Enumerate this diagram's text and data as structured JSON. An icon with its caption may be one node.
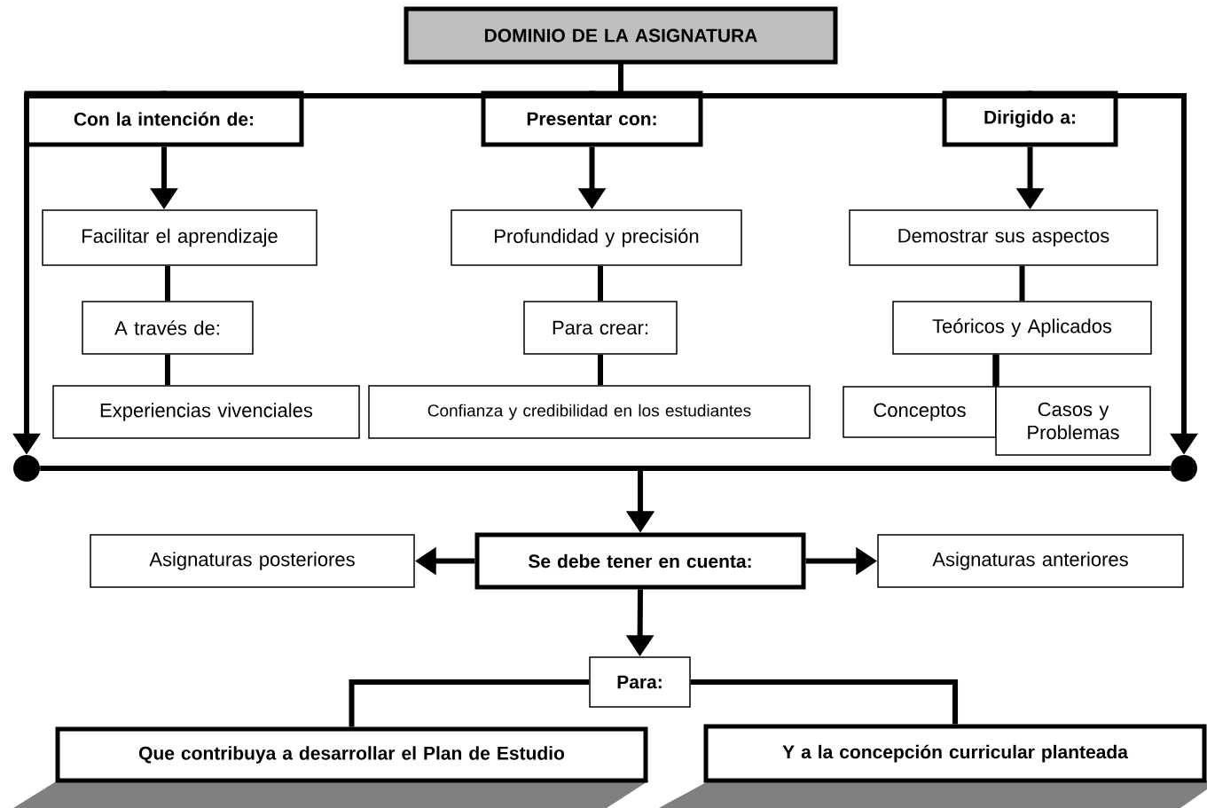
{
  "diagram": {
    "nodes": [
      {
        "text": [
          "DOMINIO DE LA ASIGNATURA"
        ]
      },
      {
        "text": [
          "Con la intención de:"
        ]
      },
      {
        "text": [
          "Presentar con:"
        ]
      },
      {
        "text": [
          "Dirigido a:"
        ]
      },
      {
        "text": [
          "Facilitar el aprendizaje"
        ]
      },
      {
        "text": [
          "A través de:"
        ]
      },
      {
        "text": [
          "Experiencias vivenciales"
        ]
      },
      {
        "text": [
          "Profundidad y precisión"
        ]
      },
      {
        "text": [
          "Para crear:"
        ]
      },
      {
        "text": [
          "Confianza y credibilidad en los estudiantes"
        ]
      },
      {
        "text": [
          "Demostrar sus aspectos"
        ]
      },
      {
        "text": [
          "Teóricos y Aplicados"
        ]
      },
      {
        "text": [
          "Conceptos"
        ]
      },
      {
        "text": [
          "Casos y Problemas"
        ]
      },
      {
        "text": [],
        "shape": "circle"
      },
      {
        "text": [],
        "shape": "circle"
      },
      {
        "text": [
          "Asignaturas posteriores"
        ]
      },
      {
        "text": [
          "Se debe tener en cuenta:"
        ]
      },
      {
        "text": [
          "Asignaturas anteriores"
        ]
      },
      {
        "text": [
          "Para:"
        ]
      },
      {
        "text": [
          "Que contribuya a desarrollar el Plan de Estudio"
        ]
      },
      {
        "text": [
          "Y a la concepción curricular planteada"
        ]
      }
    ],
    "edges": [
      {
        "from": 0,
        "to": 1,
        "arrow": "none"
      },
      {
        "from": 0,
        "to": 2,
        "arrow": "none"
      },
      {
        "from": 0,
        "to": 3,
        "arrow": "none"
      },
      {
        "from": 0,
        "to": 14,
        "arrow": "to"
      },
      {
        "from": 0,
        "to": 15,
        "arrow": "to"
      },
      {
        "from": 1,
        "to": 4,
        "arrow": "to"
      },
      {
        "from": 2,
        "to": 7,
        "arrow": "to"
      },
      {
        "from": 3,
        "to": 10,
        "arrow": "to"
      },
      {
        "from": 4,
        "to": 5,
        "arrow": "none"
      },
      {
        "from": 5,
        "to": 6,
        "arrow": "none"
      },
      {
        "from": 7,
        "to": 8,
        "arrow": "none"
      },
      {
        "from": 8,
        "to": 9,
        "arrow": "none"
      },
      {
        "from": 10,
        "to": 11,
        "arrow": "none"
      },
      {
        "from": 11,
        "to": 12,
        "arrow": "none"
      },
      {
        "from": 11,
        "to": 13,
        "arrow": "none"
      },
      {
        "from": 14,
        "to": 17,
        "arrow": "to"
      },
      {
        "from": 15,
        "to": 17,
        "arrow": "to"
      },
      {
        "from": 17,
        "to": 16,
        "arrow": "to"
      },
      {
        "from": 17,
        "to": 18,
        "arrow": "to"
      },
      {
        "from": 17,
        "to": 19,
        "arrow": "to"
      },
      {
        "from": 19,
        "to": 20,
        "arrow": "none"
      },
      {
        "from": 19,
        "to": 21,
        "arrow": "none"
      }
    ]
  }
}
